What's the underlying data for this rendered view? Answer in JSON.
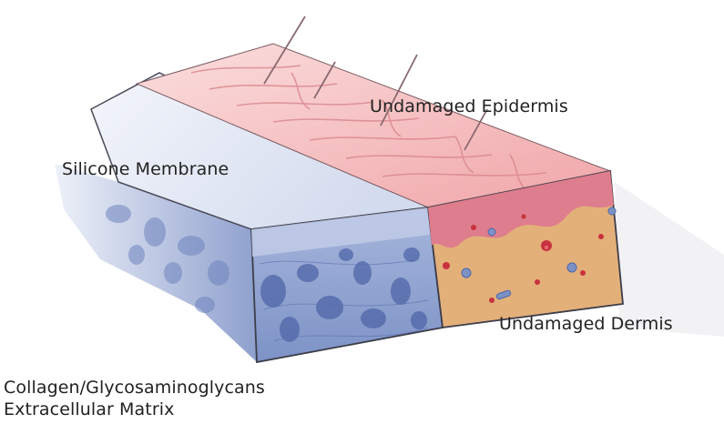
{
  "labels": {
    "epidermis": "Undamaged Epidermis",
    "silicone": "Silicone Membrane",
    "dermis": "Undamaged Dermis",
    "matrix_line1": "Collagen/Glycosaminoglycans",
    "matrix_line2": "Extracellular Matrix"
  },
  "colors": {
    "epidermis_top": "#f2b0b0",
    "silicone_top": "#dce3f2",
    "matrix_blue": "#8fa3cf",
    "dermis_tan": "#e0ae74",
    "dermis_pink": "#df7e8e",
    "outline": "#3d3d4a"
  }
}
